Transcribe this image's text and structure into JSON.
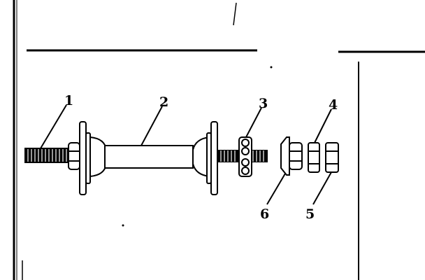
{
  "diagram": {
    "title": "",
    "callouts": [
      {
        "id": "1",
        "label": "1"
      },
      {
        "id": "2",
        "label": "2"
      },
      {
        "id": "3",
        "label": "3"
      },
      {
        "id": "4",
        "label": "4"
      },
      {
        "id": "5",
        "label": "5"
      },
      {
        "id": "6",
        "label": "6"
      }
    ]
  },
  "colors": {
    "ink": "#000000",
    "paper": "#ffffff"
  }
}
